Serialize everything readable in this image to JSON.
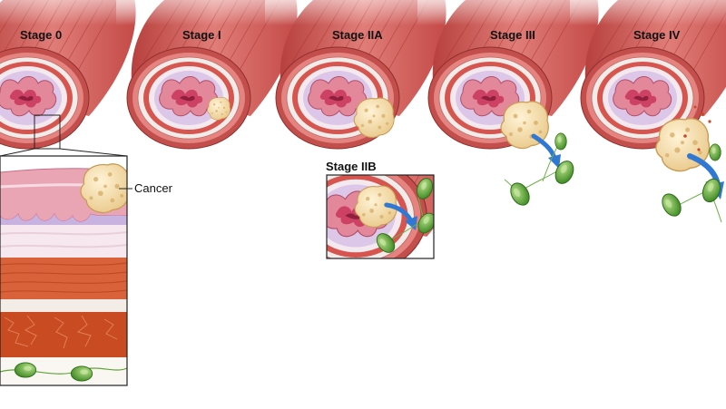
{
  "stages": [
    {
      "label": "Stage 0"
    },
    {
      "label": "Stage I"
    },
    {
      "label": "Stage IIA"
    },
    {
      "label": "Stage III"
    },
    {
      "label": "Stage IV"
    }
  ],
  "inset_stage": {
    "label": "Stage IIB"
  },
  "callout": {
    "label": "Cancer"
  },
  "colors": {
    "muscle": "#c9514f",
    "muscle_light": "#e48a86",
    "mucosa": "#e58fa0",
    "submucosa": "#ecdff0",
    "tumor": "#f3dcaa",
    "lymph_node": "#5ea536",
    "arrow": "#2f79d4"
  }
}
